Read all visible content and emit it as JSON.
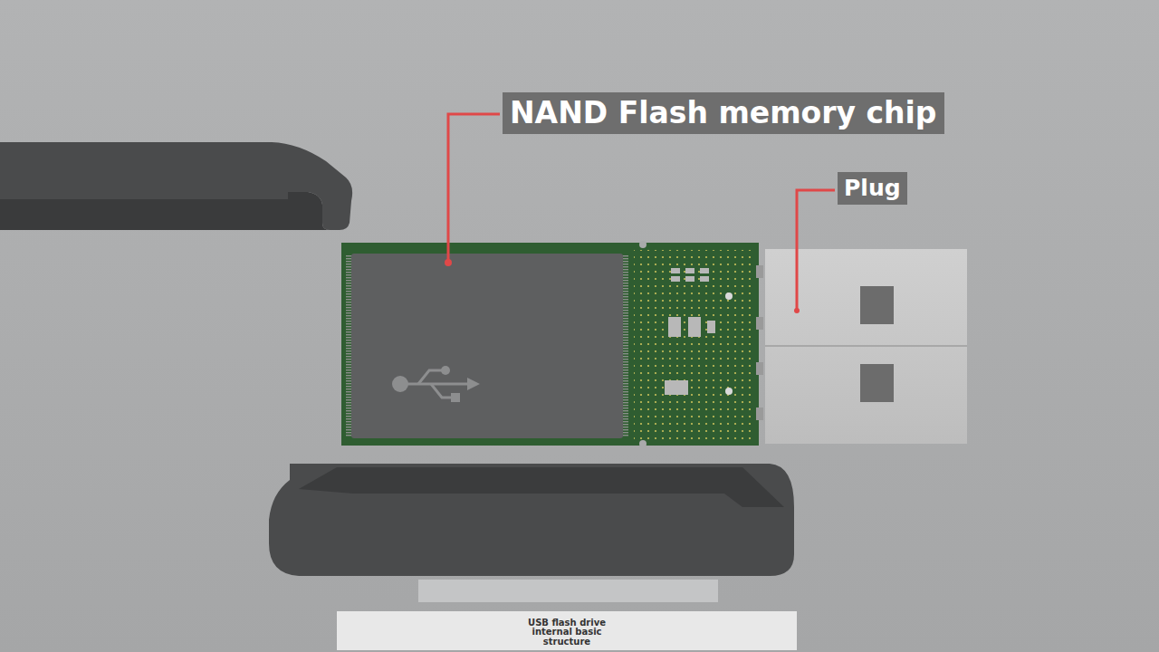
{
  "diagram": {
    "nodes": [
      {
        "text": [
          "NAND Flash memory chip"
        ]
      },
      {
        "text": [
          "Plug"
        ]
      },
      {
        "text": [
          "USB flash drive internal basic structure"
        ]
      }
    ]
  }
}
